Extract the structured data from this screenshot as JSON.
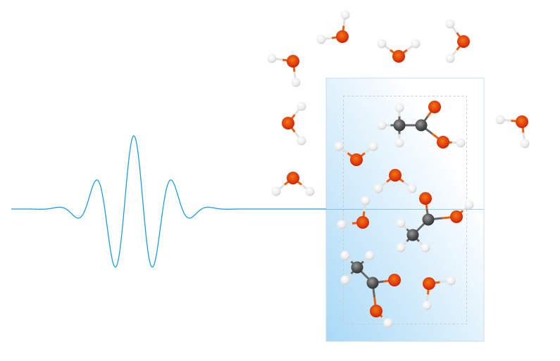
{
  "figure": {
    "wave_packet": {
      "color": "#1a9ee0",
      "shape": "gaussian-modulated cosine"
    },
    "simulation_box": {
      "gradient_colors": [
        "#a9d9f6",
        "#ffffff"
      ],
      "border_color": "#cfdce6",
      "inner_cell_style": "dashed",
      "inner_cell_color": "#c8ccd0"
    },
    "atom_colors": {
      "O": "#e23a0c",
      "C": "#555555",
      "H": "#e6e6e6"
    },
    "molecules": [
      {
        "type": "water",
        "region": "outside"
      },
      {
        "type": "water",
        "region": "outside"
      },
      {
        "type": "water",
        "region": "outside"
      },
      {
        "type": "water",
        "region": "outside"
      },
      {
        "type": "water",
        "region": "outside"
      },
      {
        "type": "water",
        "region": "outside"
      },
      {
        "type": "water",
        "region": "outside"
      },
      {
        "type": "acetic-acid",
        "region": "inside"
      },
      {
        "type": "water",
        "region": "inside"
      },
      {
        "type": "water",
        "region": "inside"
      },
      {
        "type": "water",
        "region": "inside"
      },
      {
        "type": "acetic-acid",
        "region": "inside"
      },
      {
        "type": "acetic-acid",
        "region": "inside"
      },
      {
        "type": "water",
        "region": "inside"
      }
    ]
  }
}
